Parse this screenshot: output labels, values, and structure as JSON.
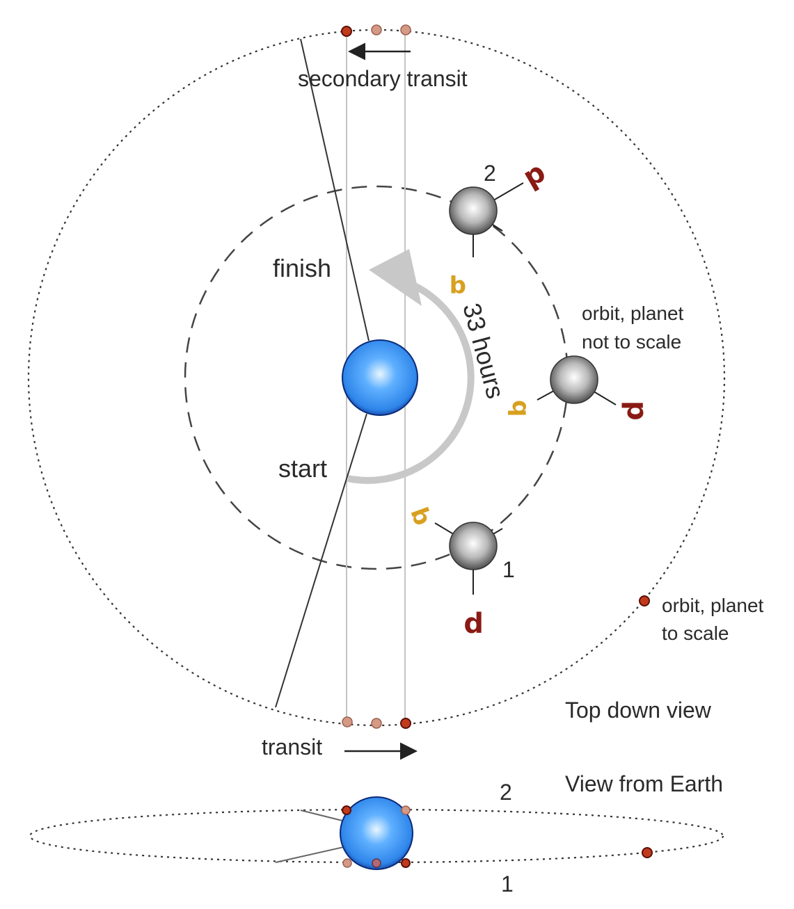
{
  "labels": {
    "secondary_transit": "secondary transit",
    "finish": "finish",
    "start": "start",
    "duration": "33 hours",
    "orbit_not_to_scale": [
      "orbit, planet",
      "not to scale"
    ],
    "orbit_to_scale": [
      "orbit, planet",
      "to scale"
    ],
    "top_down_view": "Top down view",
    "view_from_earth": "View from Earth",
    "transit": "transit",
    "position_1": "1",
    "position_2": "2",
    "side_view_2": "2",
    "side_view_1": "1"
  },
  "markers": {
    "p": "p",
    "q": "q"
  },
  "colors": {
    "star_highlight": "#e8f6ff",
    "star_mid": "#2f86ea",
    "star_edge": "#0d2f8a",
    "planet_highlight": "#ffffff",
    "planet_edge": "#3a3a3a",
    "p_marker": "#8a1a14",
    "q_marker": "#d8a020",
    "planet_dot_fill": "#c23a1c",
    "planet_dot_faded": "#d49a86",
    "rotation_arrow": "#c8c8c8",
    "orbit_line": "#333333"
  }
}
